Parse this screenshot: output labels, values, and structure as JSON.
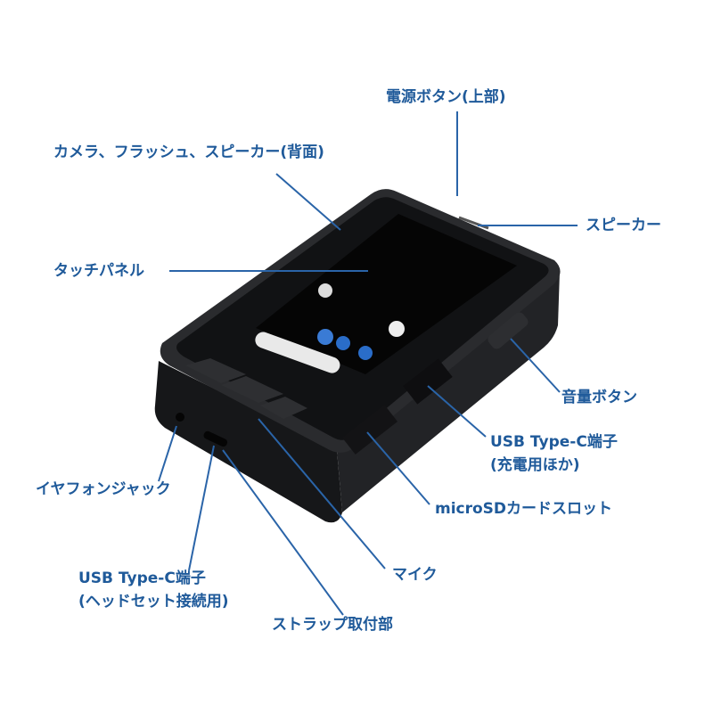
{
  "colors": {
    "label_text": "#1f5a9a",
    "leader_line": "#2a64a8",
    "device_body": "#1b1c1e",
    "screen": "#050505"
  },
  "labels": {
    "power_button": "電源ボタン(上部)",
    "camera_flash_speaker": "カメラ、フラッシュ、スピーカー(背面)",
    "speaker": "スピーカー",
    "touch_panel": "タッチパネル",
    "volume_button": "音量ボタン",
    "usb_c_charging_line1": "USB Type-C端子",
    "usb_c_charging_line2": "(充電用ほか)",
    "earphone_jack": "イヤフォンジャック",
    "microsd_slot": "microSDカードスロット",
    "mic": "マイク",
    "usb_c_headset_line1": "USB Type-C端子",
    "usb_c_headset_line2": "(ヘッドセット接続用)",
    "strap_mount": "ストラップ取付部"
  }
}
